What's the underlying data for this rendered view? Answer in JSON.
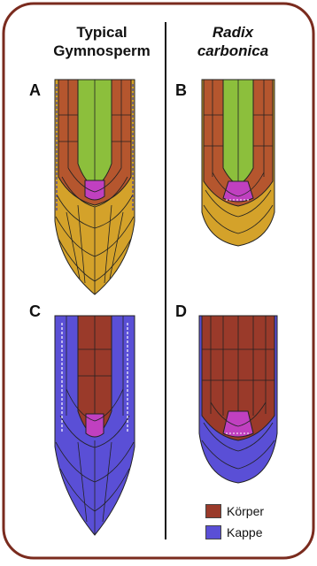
{
  "columns": {
    "left": {
      "line1": "Typical",
      "line2": "Gymnosperm"
    },
    "right": {
      "line1": "Radix",
      "line2": "carbonica"
    }
  },
  "panels": {
    "a": "A",
    "b": "B",
    "c": "C",
    "d": "D"
  },
  "legend": {
    "korper": {
      "label": "Körper",
      "color": "#9a3a2a"
    },
    "kappe": {
      "label": "Kappe",
      "color": "#5a4fd6"
    }
  },
  "colors": {
    "frame": "#7a2b1e",
    "korper": "#b5562e",
    "kappe_yellow": "#d4a22a",
    "vascular": "#8cbf3c",
    "meristem": "#c040c0",
    "kappe_blue": "#5a4fd6",
    "korper_dark": "#9a3a2a"
  }
}
